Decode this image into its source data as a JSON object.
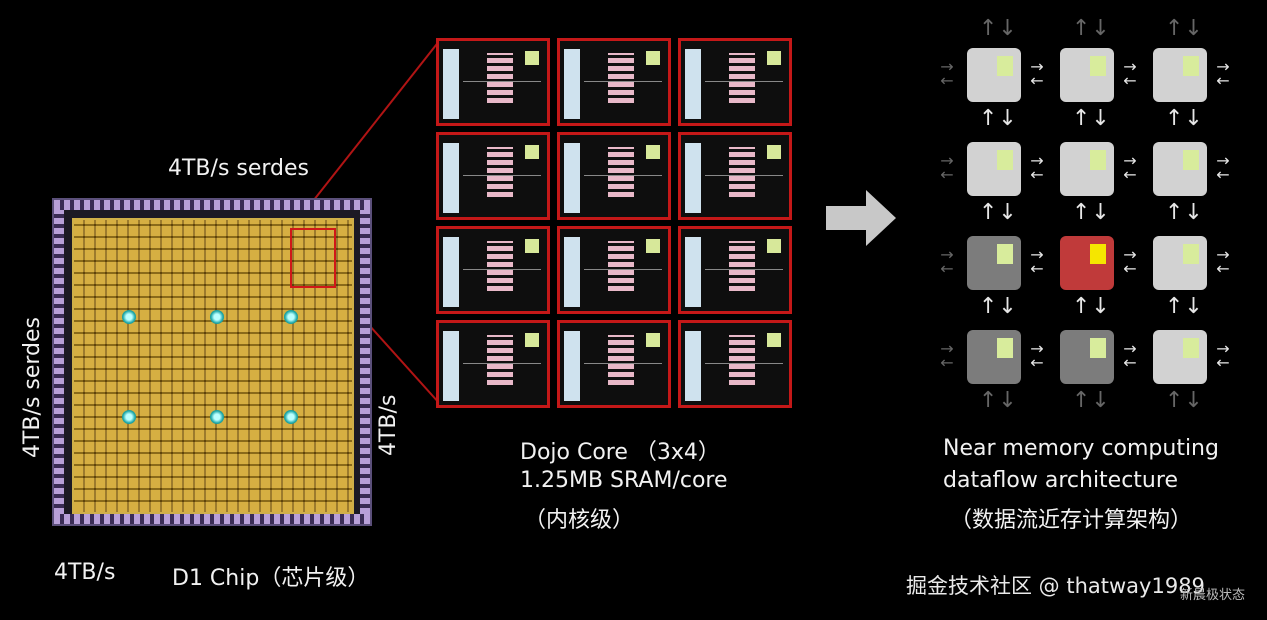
{
  "chip": {
    "top_label": "4TB/s serdes",
    "left_label": "4TB/s serdes",
    "right_label": "4TB/s",
    "bottom_left_label": "4TB/s",
    "caption": "D1 Chip（芯片级）"
  },
  "core_grid": {
    "caption_line1": "Dojo Core （3x4）",
    "caption_line2": "1.25MB SRAM/core",
    "caption_line3": "（内核级）",
    "rows": 4,
    "cols": 3
  },
  "dataflow": {
    "caption_line1": "Near memory computing",
    "caption_line2": "dataflow architecture",
    "caption_line3": "（数据流近存计算架构）",
    "tiles": [
      [
        "light",
        "light",
        "light"
      ],
      [
        "light",
        "light",
        "light"
      ],
      [
        "dark",
        "hot",
        "light"
      ],
      [
        "dark",
        "dark",
        "light"
      ]
    ]
  },
  "colors": {
    "highlight_red": "#c41818",
    "hot_tile": "#c03a3a",
    "marker": "#d8ec9c"
  },
  "watermark": {
    "main": "掘金技术社区 @ thatway1989",
    "overlay": "新晨极状态"
  }
}
